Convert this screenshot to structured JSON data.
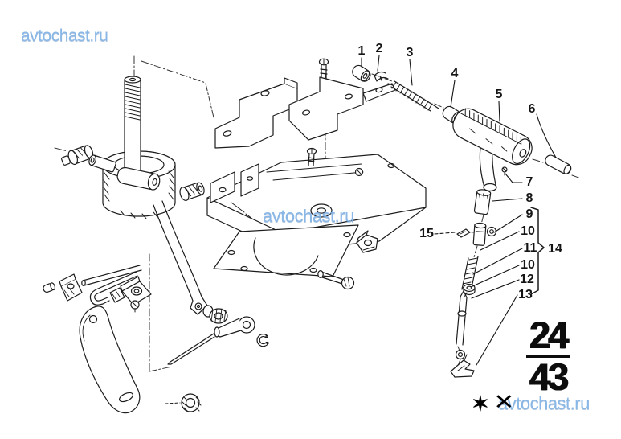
{
  "watermarks": {
    "top_left": "avtochast.ru",
    "center": "avtochast.ru",
    "bottom_right": "avtochast.ru",
    "color": "#7fb1e4"
  },
  "footnote": {
    "star_symbol": "✶",
    "cross_symbol": "✕"
  },
  "page_number": {
    "numerator": "24",
    "denominator": "43"
  },
  "callouts": {
    "c1": "1",
    "c2": "2",
    "c3": "3",
    "c4": "4",
    "c5": "5",
    "c6": "6",
    "c7": "7",
    "c8": "8",
    "c9": "9",
    "c10a": "10",
    "c11": "11",
    "c10b": "10",
    "c12": "12",
    "c13": "13",
    "c14": "14",
    "c15": "15"
  },
  "diagram": {
    "line_color": "#1c1c1c",
    "background": "#ffffff"
  }
}
